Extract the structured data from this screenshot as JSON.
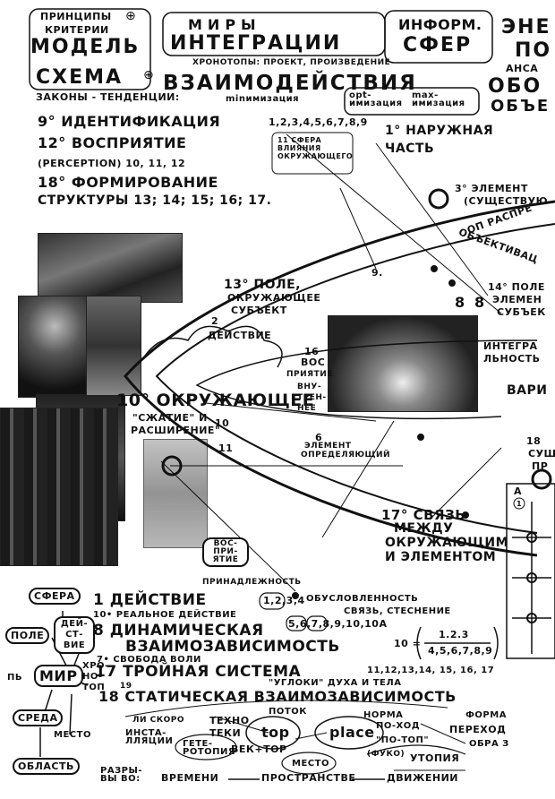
{
  "header": {
    "principles": "ПРИНЦИПЫ",
    "criteria": "КРИТЕРИИ",
    "model": "МОДЕЛЬ",
    "scheme": "СХЕМА",
    "laws": "ЗАКОНЫ - ТЕНДЕНЦИИ:",
    "worlds": "МИРЫ",
    "integration": "ИНТЕГРАЦИИ",
    "chronotopes": "ХРОНОТОПЫ: ПРОЕКТ, ПРОИЗВЕДЕНИЕ",
    "interaction": "ВЗАИМОДЕЙСТВИЯ",
    "minimization": "minимизация",
    "optimization": "opt-имизация",
    "maximization": "max-имизация",
    "inform": "ИНФОРМ.",
    "spheres": "СФЕР",
    "ene": "ЭНЕ",
    "po": "ПО",
    "ansa": "АНСА",
    "obo": "ОБО",
    "obyo": "ОБЪЕ"
  },
  "left_list": {
    "item9": "9° ИДЕНТИФИКАЦИЯ",
    "item9_nums": "1,2,3,4,5,6,7,8,9",
    "item12": "12° ВОСПРИЯТИЕ",
    "perception": "(PERCEPTION) 10, 11, 12",
    "item18": "18° ФОРМИРОВАНИЕ",
    "structures": "СТРУКТУРЫ 13; 14; 15; 16; 17."
  },
  "diagram": {
    "sphere11": "11 СФЕРА ВЛИЯНИЯ ОКРУЖАЮЩЕГО",
    "outer1": "1° НАРУЖНАЯ",
    "outer1b": "ЧАСТЬ",
    "element3": "3° ЭЛЕМЕНТ",
    "existing": "(СУЩЕСТВУЮ",
    "rasp": "ОП РАСПРЕ",
    "objectiv": "ОБЪЕКТИВАЦ",
    "field13": "13° ПОЛЕ,",
    "field13b": "ОКРУЖАЮЩЕЕ",
    "field13c": "СУБЪЕКТ",
    "field14": "14° ПОЛЕ",
    "field14b": "ЭЛЕМЕН",
    "field14c": "СУБЪЕК",
    "action2": "2",
    "action2b": "ДЕЙСТВИЕ",
    "n16": "16",
    "vos": "ВОС",
    "prinyatie": "ПРИЯТИЕ",
    "vnu": "ВНУ-",
    "tren": "ТРЕН-",
    "nee": "НЕЕ",
    "integr": "ИНТЕГРА",
    "lnost": "ЛЬНОСТЬ",
    "vari": "ВАРИ",
    "surround10": "10° ОКРУЖАЮЩЕЕ",
    "compress": "\"СЖАТИЕ\" И",
    "expand": "РАСШИРЕНИЕ\"",
    "element6": "6",
    "element6b": "ЭЛЕМЕНТ",
    "element6c": "ОПРЕДЕЛЯЮЩИЙ",
    "n9": "9.",
    "n8a": "8",
    "n8b": "8",
    "n10": "10",
    "n11": "11",
    "link17": "17° СВЯЗЬ",
    "link17b": "МЕЖДУ",
    "link17c": "ОКРУЖАЮЩИМ",
    "link17d": "И ЭЛЕМЕНТОМ",
    "n18": "18",
    "sus": "СУЩ",
    "pr": "ПР"
  },
  "bottom": {
    "vospriyatie": "ВОС-ПРИ-ЯТИЕ",
    "belonging": "ПРИНАДЛЕЖНОСТЬ",
    "action1": "1 ДЕЙСТВИЕ",
    "real_action": "10• РЕАЛЬНОЕ ДЕЙСТВИЕ",
    "dyn8": "8 ДИНАМИЧЕСКАЯ",
    "interdep": "ВЗАИМОЗАВИСИМОСТЬ",
    "freedom": "7• СВОБОДА ВОЛИ",
    "triple17": "17 ТРОЙНАЯ СИСТЕМА",
    "triple_nums": "11,12,13,14, 15, 16, 17",
    "corners": "\"УГЛОКИ\" ДУХА И ТЕЛА",
    "n19": "19",
    "static18": "18 СТАТИЧЕСКАЯ ВЗАИМОЗАВИСИМОСТЬ",
    "conditioned": "ОБУСЛОВЛЕННОСТЬ",
    "link_constr": "СВЯЗЬ, СТЕСНЕНИЕ",
    "nums_a": "1,2,3,4",
    "nums_b": "5,6,7,8,9,10,10А",
    "ten_eq": "10 =",
    "frac_top": "1.2.3",
    "frac_bot": "4,5,6,7,8,9",
    "arrow_h": "ЛИ СКОРО",
    "installation": "ИНСТА- ЛЛЯЦИИ",
    "techno": "ТЕХНО",
    "teki": "ТЕКИ",
    "geterotopiya": "ГЕТЕ- РОТОПИЯ",
    "flow": "ПОТОК",
    "top": "top",
    "place": "place",
    "vek_top": "ВЕК+ТОР",
    "mesto": "МЕСТО",
    "norm": "НОРМА",
    "po_khod": "ПО-ХОД",
    "po_top": "\"ПО-ТОП\"",
    "fuko": "(ФУКО)",
    "utopia": "УТОПИЯ",
    "forma": "ФОРМА",
    "perekhod": "ПЕРЕХОД",
    "obraz": "ОБРА З",
    "razn": "РАЗРЫ-ВЫ ВО:",
    "time": "ВРЕМЕНИ",
    "space": "ПРОСТРАНСТВЕ",
    "motion": "ДВИЖЕНИИ"
  },
  "left_boxes": {
    "sfera": "СФЕРА",
    "pole": "ПОЛЕ",
    "deistvie": "ДЕЙ-СТ-ВИЕ",
    "mir": "МИР",
    "khronotop": "ХРО-НО-ТОП",
    "sreda": "СРЕДА",
    "mesto": "МЕСТО",
    "oblast": "ОБЛАСТЬ",
    "pn": "ПЬ"
  },
  "right_strip": {
    "label_a": "A",
    "label_1": "1"
  }
}
